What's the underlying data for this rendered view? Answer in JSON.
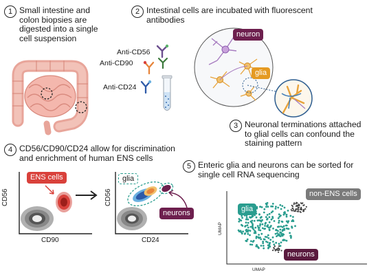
{
  "steps": [
    {
      "number": "1",
      "text_lines": [
        "Small intestine and",
        "colon biopsies are",
        "digested into a single",
        "cell suspension"
      ]
    },
    {
      "number": "2",
      "text_lines": [
        "Intestinal cells are incubated with fluorescent",
        "antibodies"
      ]
    },
    {
      "number": "3",
      "text_lines": [
        "Neuronal terminations attached",
        "to glial cells can confound the",
        "staining pattern"
      ]
    },
    {
      "number": "4",
      "text_lines": [
        "CD56/CD90/CD24 allow for discrimination",
        "and enrichment of human ENS cells"
      ]
    },
    {
      "number": "5",
      "text_lines": [
        "Enteric glia and neurons can be sorted for",
        "single cell RNA sequencing"
      ]
    }
  ],
  "antibodies": [
    "Anti-CD56",
    "Anti-CD90",
    "Anti-CD24"
  ],
  "tags": {
    "neuron": "neuron",
    "glia": "glia",
    "ens_cells": "ENS cells",
    "glia_facs": "glia",
    "neurons_facs": "neurons",
    "glia_umap": "glia",
    "non_ens_cells": "non-ENS cells",
    "neurons_umap": "neurons"
  },
  "axes": {
    "plot1_y": "CD56",
    "plot1_x": "CD90",
    "plot2_y": "CD56",
    "plot2_x": "CD24",
    "umap_y": "UMAP",
    "umap_x": "UMAP"
  },
  "colors": {
    "neuron_tag": "#6d1f4e",
    "glia_tag": "#e59a22",
    "ens_tag": "#d9413b",
    "glia_umap": "#2a9d8f",
    "nonens_tag": "#7a7a7a",
    "neurons_umap_tag": "#5a1a3e",
    "glia_cell": "#e8a33b",
    "neuron_cell": "#a77cc0",
    "terminal_blue": "#3a78b5"
  }
}
